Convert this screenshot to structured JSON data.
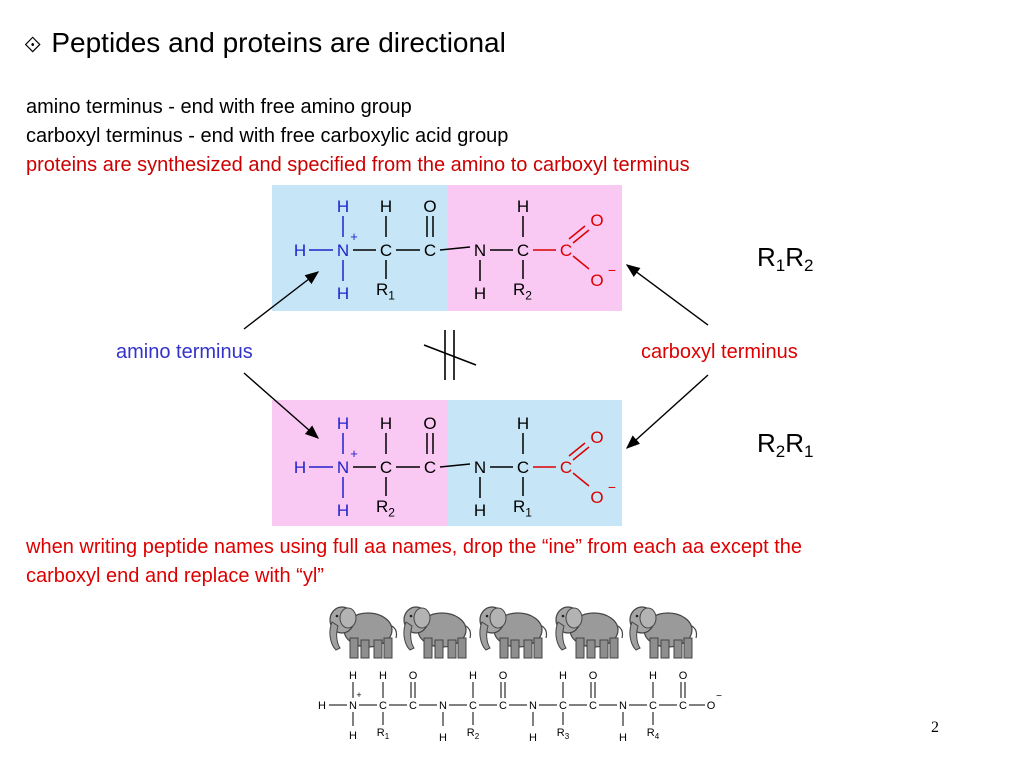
{
  "slide": {
    "bullet": "⟐",
    "title": "Peptides and proteins are directional",
    "line1": "amino terminus - end with free amino group",
    "line2": "carboxyl terminus - end with free carboxylic acid group",
    "line3": "proteins are synthesized and specified from the amino to carboxyl terminus",
    "amino_label": "amino terminus",
    "carboxyl_label": "carboxyl terminus",
    "top_seq": {
      "r_a": "R",
      "s_a": "1",
      "r_b": "R",
      "s_b": "2"
    },
    "bottom_seq": {
      "r_a": "R",
      "s_a": "2",
      "r_b": "R",
      "s_b": "1"
    },
    "naming_line1": "when writing peptide names using full aa names, drop the “ine” from each aa except the",
    "naming_line2": "carboxyl end and replace with “yl”",
    "page_number": "2"
  },
  "colors": {
    "blue_box": "#c6e6f7",
    "pink_box": "#f9c8f3",
    "amino_blue": "#2222cc",
    "carboxyl_red": "#dd0000",
    "title_red": "#cc0000"
  },
  "molecule": {
    "H": "H",
    "N": "N",
    "C": "C",
    "O": "O",
    "plus": "+",
    "minus": "−",
    "R": "R"
  },
  "tetrapeptide": {
    "r_subs": [
      "1",
      "2",
      "3",
      "4"
    ]
  },
  "elephants": {
    "count": 5,
    "icon": "elephant-icon"
  }
}
